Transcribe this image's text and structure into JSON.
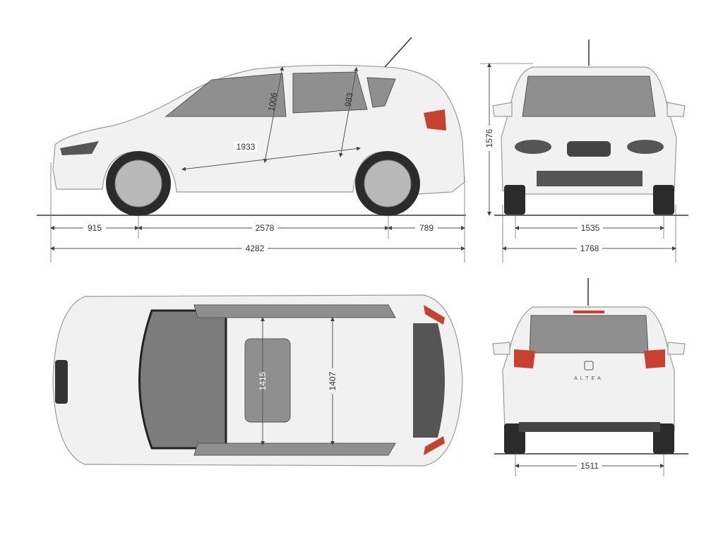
{
  "side_view": {
    "front_overhang": "915",
    "wheelbase": "2578",
    "rear_overhang": "789",
    "overall_length": "4282",
    "front_headroom": "1006",
    "rear_headroom": "983",
    "interior_length": "1933"
  },
  "front_view": {
    "height": "1576",
    "front_track": "1535",
    "width": "1768"
  },
  "top_view": {
    "front_elbow_width": "1415",
    "rear_elbow_width": "1407"
  },
  "rear_view": {
    "rear_track": "1511",
    "badge": "ALTEA"
  },
  "colors": {
    "body": "#f1f1f1",
    "glass": "#8f8f8f",
    "lamp": "#c8412f",
    "dimension_line": "#555555"
  }
}
